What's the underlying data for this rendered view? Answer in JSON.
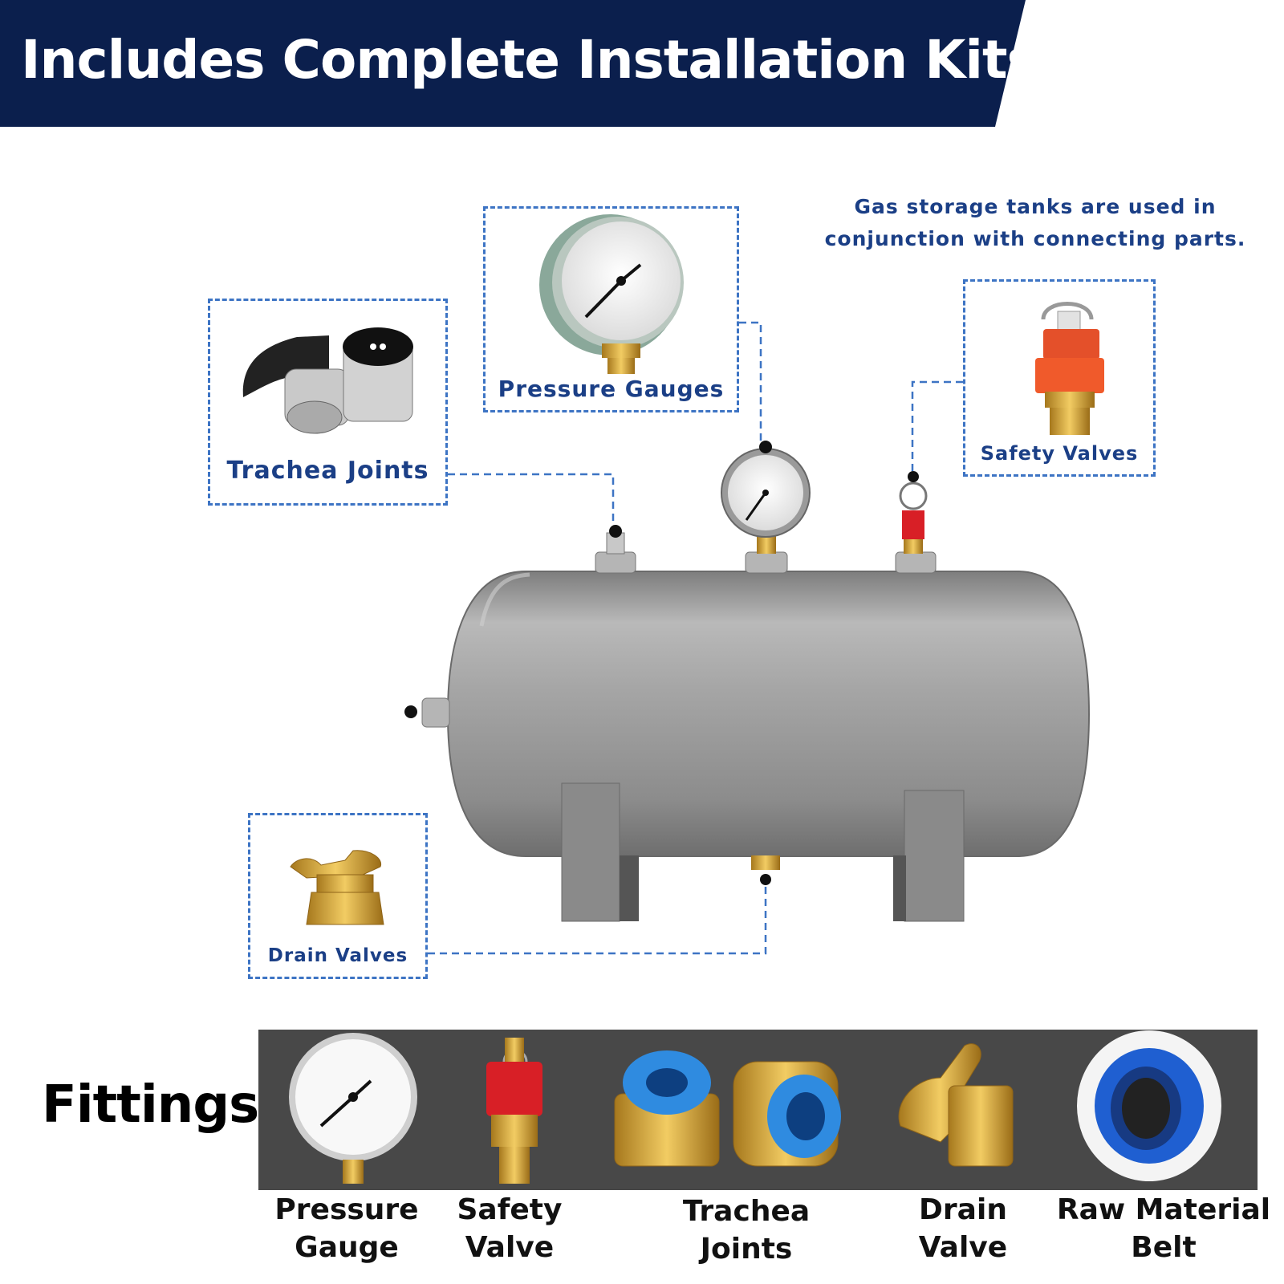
{
  "banner": {
    "title": "Includes Complete Installation Kits",
    "bg_color": "#0b1f4d"
  },
  "note": {
    "line1": "Gas storage tanks are used in",
    "line2": "conjunction with connecting parts."
  },
  "callouts": {
    "trachea_joints": "Trachea Joints",
    "pressure_gauges": "Pressure Gauges",
    "safety_valves": "Safety Valves",
    "drain_valves": "Drain Valves"
  },
  "fittings": {
    "title": "Fittings",
    "items": [
      {
        "line1": "Pressure",
        "line2": "Gauge"
      },
      {
        "line1": "Safety",
        "line2": "Valve"
      },
      {
        "line1": "Trachea",
        "line2": "Joints"
      },
      {
        "line1": "Drain",
        "line2": "Valve"
      },
      {
        "line1": "Raw Material",
        "line2": "Belt"
      }
    ]
  },
  "colors": {
    "callout_border": "#3d74c4",
    "label_text": "#1b3f86",
    "tank": "#9a9a9a",
    "strip": "#484848"
  }
}
